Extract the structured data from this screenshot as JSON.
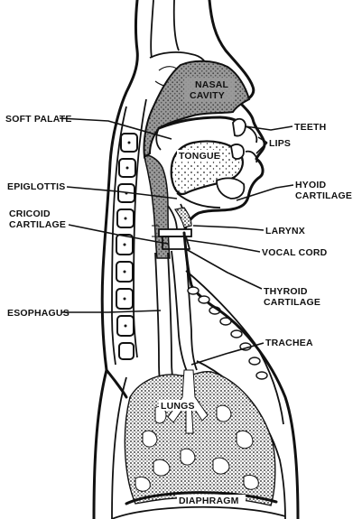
{
  "labels": {
    "nasal_cavity": [
      "NASAL",
      "CAVITY"
    ],
    "soft_palate": "SOFT PALATE",
    "teeth": "TEETH",
    "lips": "LIPS",
    "tongue": "TONGUE",
    "epiglottis": "EPIGLOTTIS",
    "hyoid_cartilage": [
      "HYOID",
      "CARTILAGE"
    ],
    "cricoid_cartilage": [
      "CRICOID",
      "CARTILAGE"
    ],
    "larynx": "LARYNX",
    "vocal_cord": "VOCAL CORD",
    "thyroid_cartilage": [
      "THYROID",
      "CARTILAGE"
    ],
    "esophagus": "ESOPHAGUS",
    "trachea": "TRACHEA",
    "lungs": "LUNGS",
    "diaphragm": "DIAPHRAGM"
  }
}
